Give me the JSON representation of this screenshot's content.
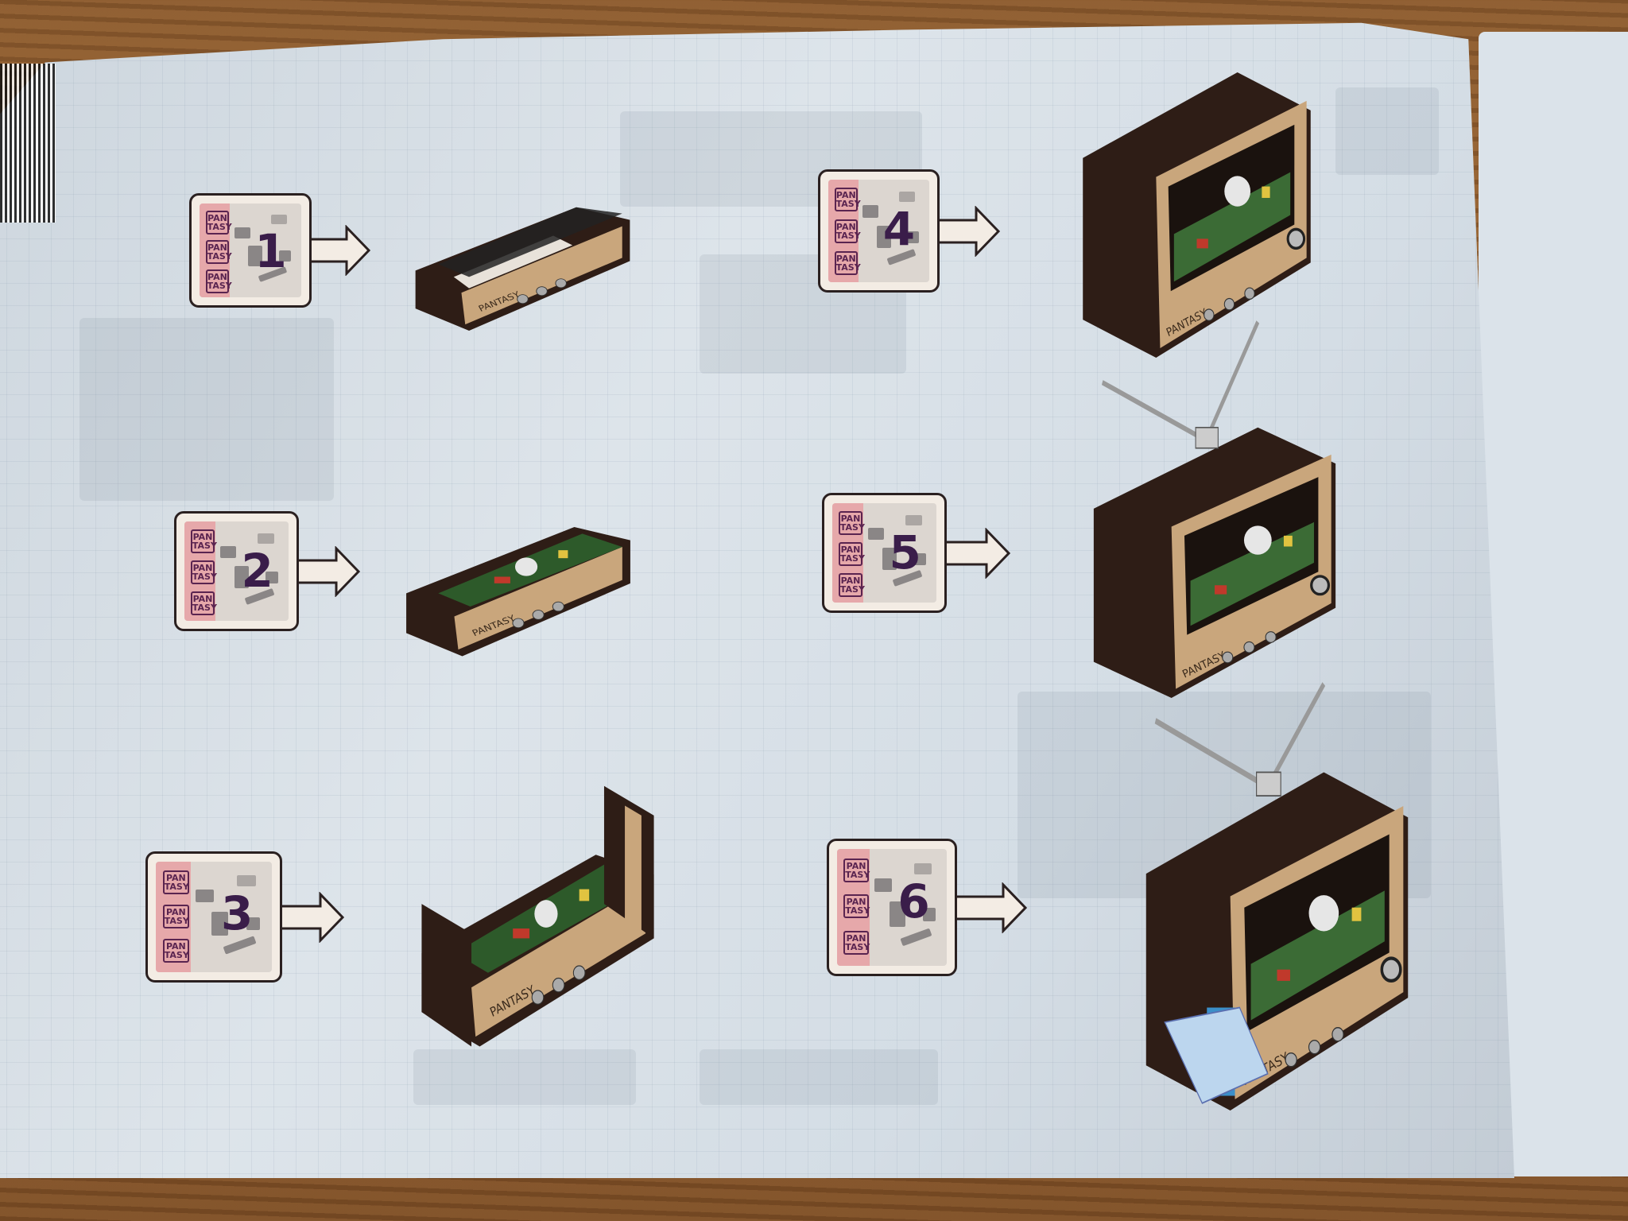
{
  "booklet": {
    "piece_logo": [
      "PAN",
      "TASY"
    ],
    "model_brand": "PANTASY"
  },
  "steps": [
    {
      "number": "1",
      "stage": "base"
    },
    {
      "number": "2",
      "stage": "scene"
    },
    {
      "number": "3",
      "stage": "side"
    },
    {
      "number": "4",
      "stage": "frame"
    },
    {
      "number": "5",
      "stage": "antenna"
    },
    {
      "number": "6",
      "stage": "complete"
    }
  ],
  "colors": {
    "body": "#2e1d16",
    "panel": "#c9a67c",
    "card_pink": "#e6a8aa",
    "number": "#3a1d4a"
  }
}
